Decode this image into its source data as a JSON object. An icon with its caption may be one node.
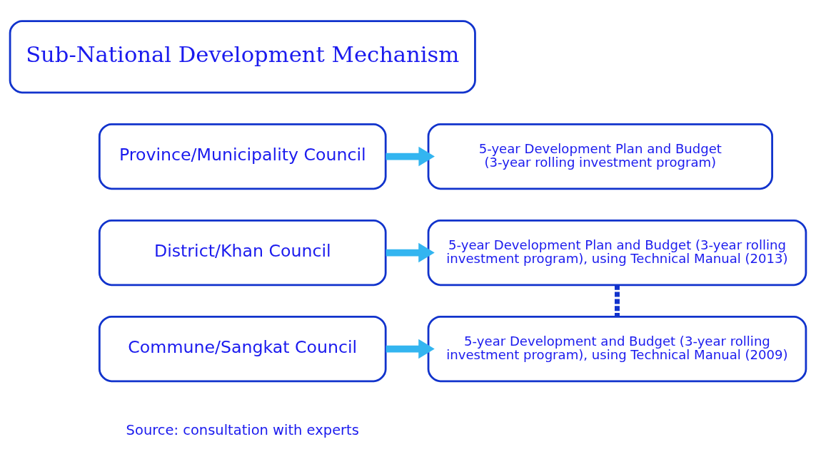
{
  "diagram": {
    "nodes": [
      {
        "text": [
          "Sub-National Development Mechanism"
        ]
      },
      {
        "text": [
          "Province/Municipality Council"
        ]
      },
      {
        "text": [
          "5-year Development Plan and Budget (3-year rolling investment program)"
        ]
      },
      {
        "text": [
          "District/Khan Council"
        ]
      },
      {
        "text": [
          "5-year Development Plan and Budget (3-year rolling investment program), using Technical Manual (2013)"
        ]
      },
      {
        "text": [
          "Commune/Sangkat Council"
        ]
      },
      {
        "text": [
          "5-year Development and Budget (3-year rolling investment program), using Technical Manual (2009)"
        ]
      }
    ],
    "edges": [
      {
        "from": 1,
        "to": 2,
        "arrow": "to"
      },
      {
        "from": 3,
        "to": 4,
        "arrow": "to"
      },
      {
        "from": 5,
        "to": 6,
        "arrow": "to"
      },
      {
        "from": 4,
        "to": 6,
        "arrow": "none",
        "style": "dashed",
        "color": "#1133cc"
      }
    ],
    "labels": [
      "Source: consultation with experts"
    ]
  }
}
